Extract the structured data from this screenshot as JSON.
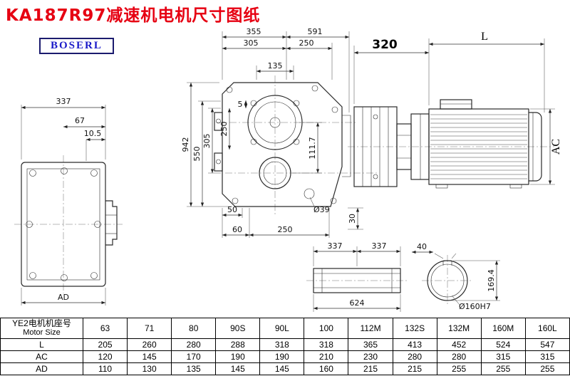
{
  "title": "KA187R97减速机电机尺寸图纸",
  "logo": "BOSERL",
  "dims": {
    "top_355": "355",
    "top_591": "591",
    "top_305": "305",
    "top_250": "250",
    "top_135": "135",
    "left_942": "942",
    "left_550": "550",
    "left_305": "305",
    "left_250": "250",
    "left_5": "5",
    "right_111_7": "111.7",
    "bottom_50": "50",
    "bottom_60": "60",
    "bottom_250": "250",
    "bottom_dia39": "Ø39",
    "bottom_30": "30",
    "side_337": "337",
    "side_67": "67",
    "side_10_5": "10.5",
    "side_AD": "AD",
    "motor_320": "320",
    "motor_L": "L",
    "motor_AC": "AC",
    "shaft_337_left": "337",
    "shaft_337_right": "337",
    "shaft_624": "624",
    "shaft_40": "40",
    "bore_169_4": "169.4",
    "bore_dia": "Ø160H7"
  },
  "table": {
    "header_cn": "YE2电机机座号",
    "header_en": "Motor Size",
    "sizes": [
      "63",
      "71",
      "80",
      "90S",
      "90L",
      "100",
      "112M",
      "132S",
      "132M",
      "160M",
      "160L"
    ],
    "rows": [
      {
        "label": "L",
        "values": [
          "205",
          "260",
          "280",
          "288",
          "318",
          "318",
          "365",
          "413",
          "452",
          "524",
          "547"
        ]
      },
      {
        "label": "AC",
        "values": [
          "120",
          "145",
          "170",
          "190",
          "190",
          "210",
          "230",
          "280",
          "280",
          "315",
          "315"
        ]
      },
      {
        "label": "AD",
        "values": [
          "110",
          "130",
          "135",
          "145",
          "145",
          "160",
          "215",
          "215",
          "255",
          "255",
          "255"
        ]
      }
    ]
  }
}
